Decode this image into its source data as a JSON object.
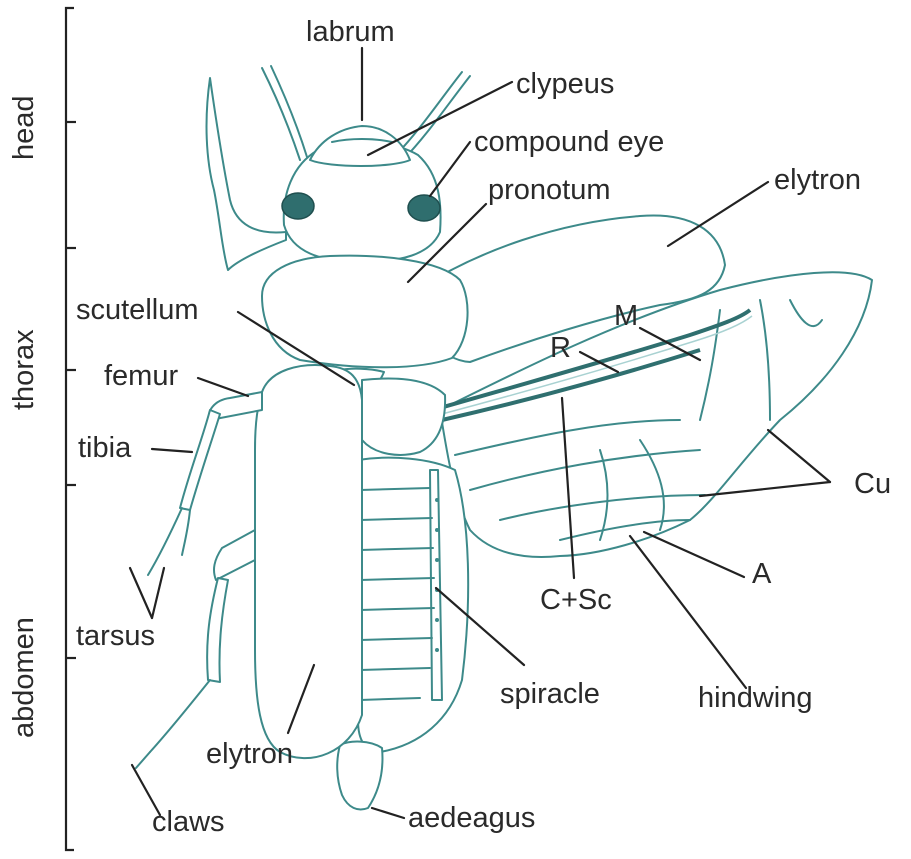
{
  "regions": {
    "head": "head",
    "thorax": "thorax",
    "abdomen": "abdomen"
  },
  "labels": {
    "labrum": "labrum",
    "clypeus": "clypeus",
    "compound_eye": "compound eye",
    "pronotum": "pronotum",
    "elytron_wing": "elytron",
    "scutellum": "scutellum",
    "femur": "femur",
    "tibia": "tibia",
    "tarsus": "tarsus",
    "claws": "claws",
    "elytron_body": "elytron",
    "aedeagus": "aedeagus",
    "spiracle": "spiracle",
    "hindwing": "hindwing",
    "m_vein": "M",
    "r_vein": "R",
    "cu_vein": "Cu",
    "a_vein": "A",
    "csc_vein": "C+Sc"
  },
  "colors": {
    "outline": "#3d8a8a",
    "leader": "#222222",
    "eye": "#2f6e6e",
    "text": "#2a2a2a"
  }
}
